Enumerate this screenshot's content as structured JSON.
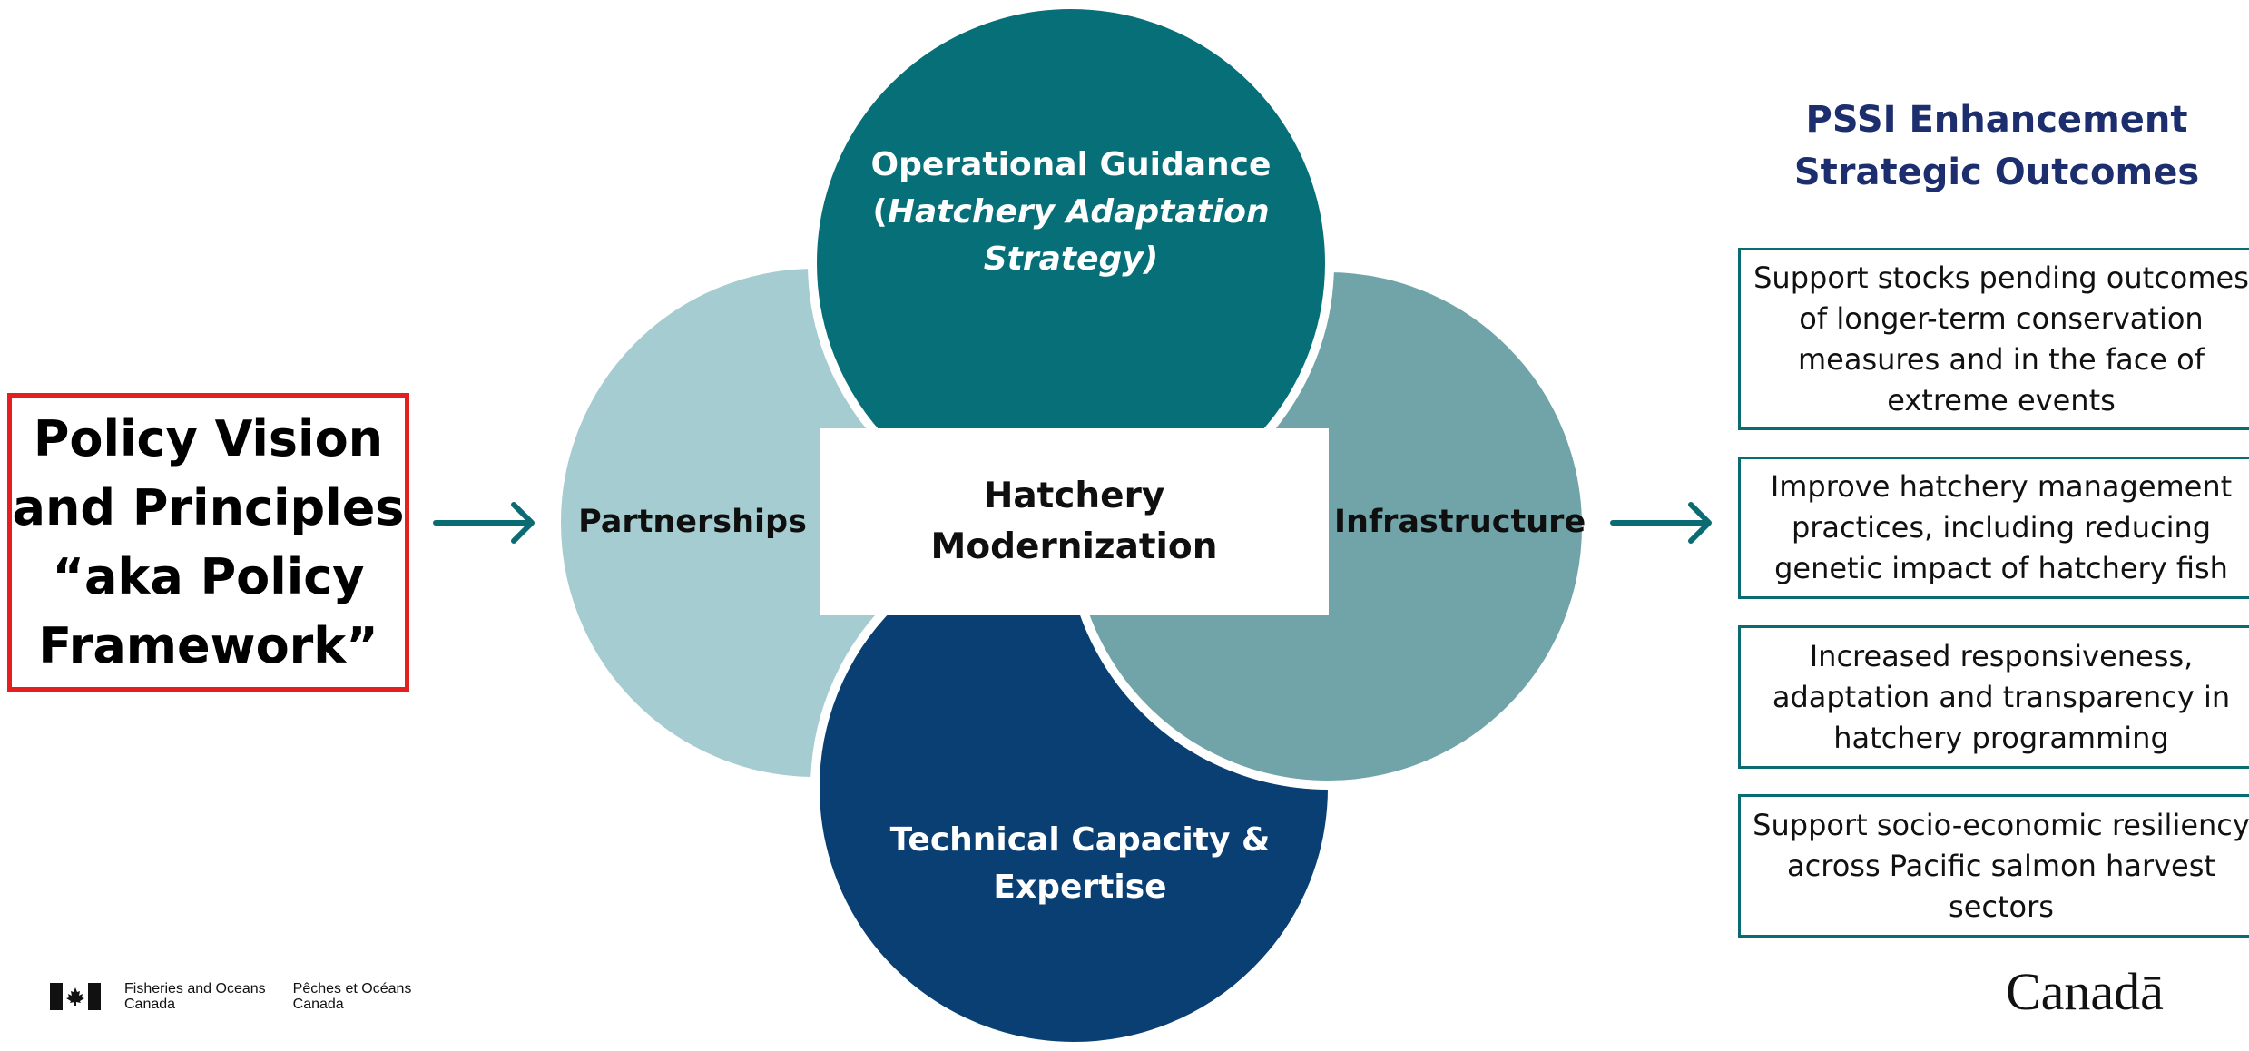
{
  "policy": {
    "lines": [
      "Policy Vision",
      "and Principles",
      "“aka Policy",
      "Framework”"
    ],
    "border_color": "#e41f1f"
  },
  "diagram": {
    "center": [
      "Hatchery",
      "Modernization"
    ],
    "top": {
      "line1": "Operational Guidance",
      "line2_prefix": "(",
      "line2_italic": "Hatchery Adaptation",
      "line3": "Strategy)",
      "color": "#076f78"
    },
    "left": {
      "label": "Partnerships",
      "color": "#a5ccd0"
    },
    "right": {
      "label": "Infrastructure",
      "color": "#70a4a9"
    },
    "bottom": {
      "line1": "Technical Capacity &",
      "line2": "Expertise",
      "color": "#0a3f73"
    },
    "arrow_color": "#0b6b73"
  },
  "outcomes": {
    "title": [
      "PSSI Enhancement",
      "Strategic Outcomes"
    ],
    "title_color": "#1c2e6e",
    "items": [
      [
        "Support stocks pending outcomes",
        "of longer-term conservation",
        "measures and in the face of",
        "extreme events"
      ],
      [
        "Improve hatchery management",
        "practices, including reducing",
        "genetic impact of hatchery fish"
      ],
      [
        "Increased responsiveness,",
        "adaptation and transparency in",
        "hatchery programming"
      ],
      [
        "Support socio-economic resiliency",
        "across Pacific salmon harvest",
        "sectors"
      ]
    ]
  },
  "footer": {
    "dept_en": [
      "Fisheries and Oceans",
      "Canada"
    ],
    "dept_fr": [
      "Pêches et Océans",
      "Canada"
    ],
    "wordmark": "Canadā",
    "flag_icon": "canada-flag-icon"
  }
}
